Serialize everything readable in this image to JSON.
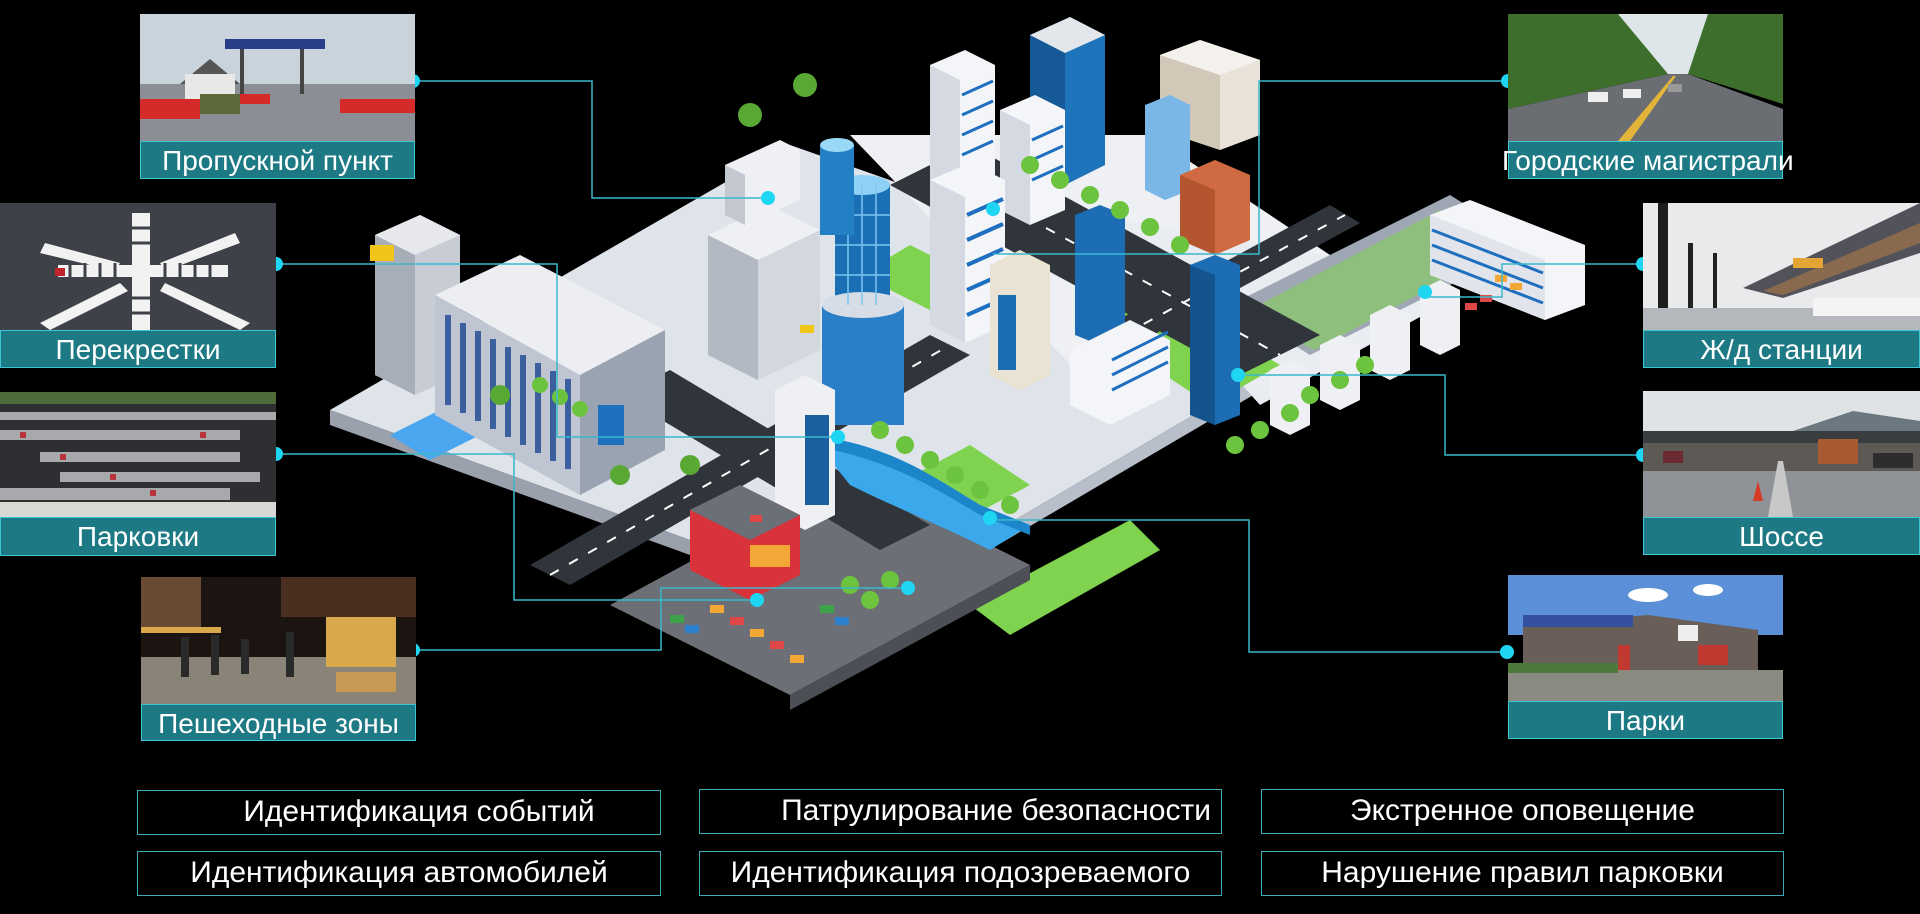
{
  "colors": {
    "background": "#000000",
    "label_bg": "#1d7a84",
    "label_border": "#3ec6d3",
    "connector": "#3ab8cc",
    "dot": "#1fd6f2",
    "feature_border": "#3aaab6"
  },
  "center_illustration": {
    "type": "isometric-smart-city",
    "elements": [
      "hotel",
      "skyscrapers",
      "roads",
      "parking-lot",
      "shopping-center",
      "river",
      "park",
      "trees",
      "pool",
      "fountains"
    ]
  },
  "scenarios": [
    {
      "id": "checkpoint",
      "label": "Пропускной пункт",
      "photo": "police-checkpoint-photo"
    },
    {
      "id": "intersections",
      "label": "Перекрестки",
      "photo": "crosswalk-intersection-photo"
    },
    {
      "id": "parking",
      "label": "Парковки",
      "photo": "parking-lot-photo"
    },
    {
      "id": "pedestrian",
      "label": "Пешеходные зоны",
      "photo": "night-street-market-photo"
    },
    {
      "id": "highways",
      "label": "Городские магистрали",
      "photo": "tree-lined-avenue-photo"
    },
    {
      "id": "railway",
      "label": "Ж/д станции",
      "photo": "railway-station-photo"
    },
    {
      "id": "motorway",
      "label": "Шоссе",
      "photo": "toll-station-photo"
    },
    {
      "id": "parks",
      "label": "Парки",
      "photo": "shopping-plaza-photo"
    }
  ],
  "features": [
    {
      "label": "Идентификация событий"
    },
    {
      "label": "Патрулирование безопасности"
    },
    {
      "label": "Экстренное оповещение"
    },
    {
      "label": "Идентификация автомобилей"
    },
    {
      "label": "Идентификация подозреваемого"
    },
    {
      "label": "Нарушение правил парковки"
    }
  ]
}
